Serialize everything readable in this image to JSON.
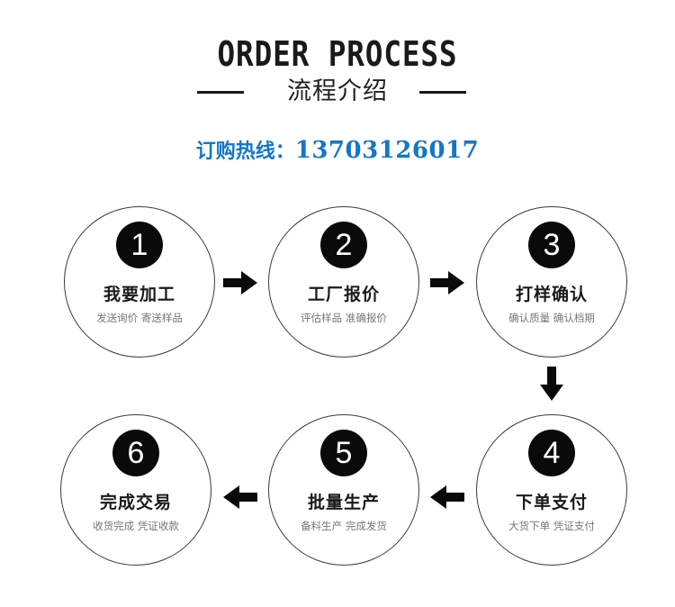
{
  "header": {
    "title_en": "ORDER PROCESS",
    "title_cn": "流程介绍"
  },
  "hotline": {
    "label": "订购热线：",
    "phone": "13703126017"
  },
  "steps": [
    {
      "number": "1",
      "name": "我要加工",
      "sub": "发送询价 寄送样品"
    },
    {
      "number": "2",
      "name": "工厂报价",
      "sub": "评估样品 准确报价"
    },
    {
      "number": "3",
      "name": "打样确认",
      "sub": "确认质量 确认档期"
    },
    {
      "number": "4",
      "name": "下单支付",
      "sub": "大货下单 凭证支付"
    },
    {
      "number": "5",
      "name": "批量生产",
      "sub": "备料生产 完成发货"
    },
    {
      "number": "6",
      "name": "完成交易",
      "sub": "收货完成 凭证收款"
    }
  ],
  "colors": {
    "hotline": "#1376c8",
    "circle_badge": "#0a0a0a",
    "arrow": "#0a0a0a"
  },
  "icons": {
    "arrow_right": "arrow-right-icon",
    "arrow_down": "arrow-down-icon",
    "arrow_left": "arrow-left-icon"
  }
}
